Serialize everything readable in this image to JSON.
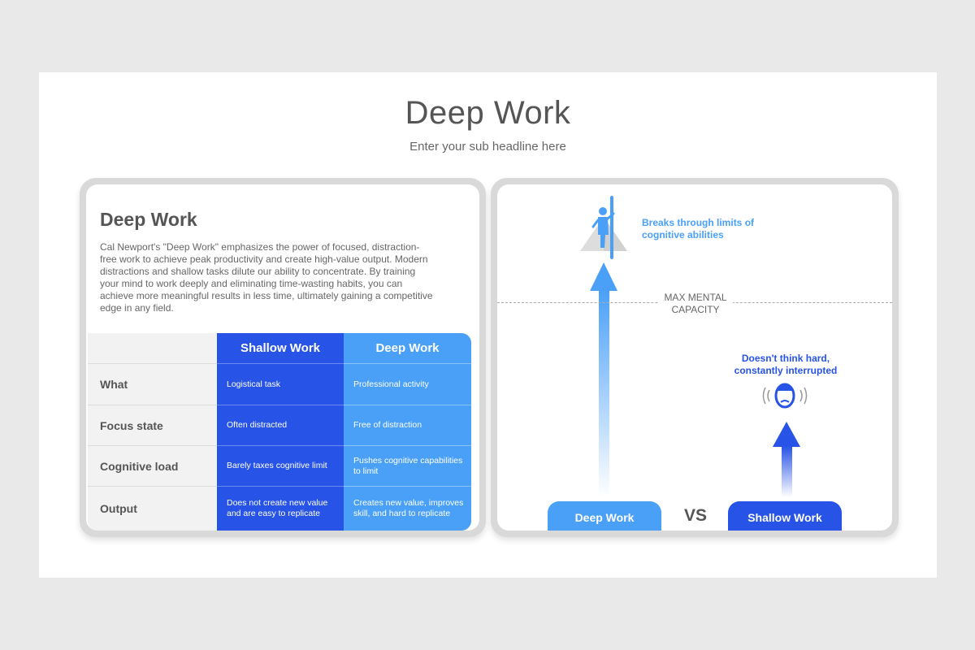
{
  "header": {
    "title": "Deep Work",
    "subtitle": "Enter your sub headline here"
  },
  "left_panel": {
    "heading": "Deep Work",
    "body": "Cal Newport's \"Deep Work\" emphasizes the power of focused, distraction-free work to achieve peak productivity and create high-value output. Modern distractions and shallow tasks dilute our ability to concentrate. By training your mind to work deeply and eliminating time-wasting habits, you can achieve more meaningful results in less time, ultimately gaining a competitive edge in any field.",
    "table": {
      "headers": [
        "",
        "Shallow Work",
        "Deep Work"
      ],
      "rows": [
        {
          "label": "What",
          "shallow": "Logistical task",
          "deep": "Professional activity"
        },
        {
          "label": "Focus state",
          "shallow": "Often distracted",
          "deep": "Free of distraction"
        },
        {
          "label": "Cognitive load",
          "shallow": "Barely taxes cognitive limit",
          "deep": "Pushes cognitive capabilities to limit"
        },
        {
          "label": "Output",
          "shallow": "Does not create new value and are easy to replicate",
          "deep": "Creates new value, improves skill, and hard to replicate"
        }
      ]
    }
  },
  "right_panel": {
    "deep_caption": "Breaks through limits of cognitive abilities",
    "capacity_label": "MAX MENTAL CAPACITY",
    "shallow_caption": "Doesn't think hard, constantly interrupted",
    "deep_label": "Deep Work",
    "vs_label": "VS",
    "shallow_label": "Shallow Work",
    "icons": [
      "climber-icon",
      "distracted-head-icon",
      "arrow-up-icon"
    ]
  },
  "colors": {
    "shallow": "#2753e6",
    "deep": "#4aa0f7",
    "text": "#555555",
    "panel_frame": "#d9d9d9"
  }
}
